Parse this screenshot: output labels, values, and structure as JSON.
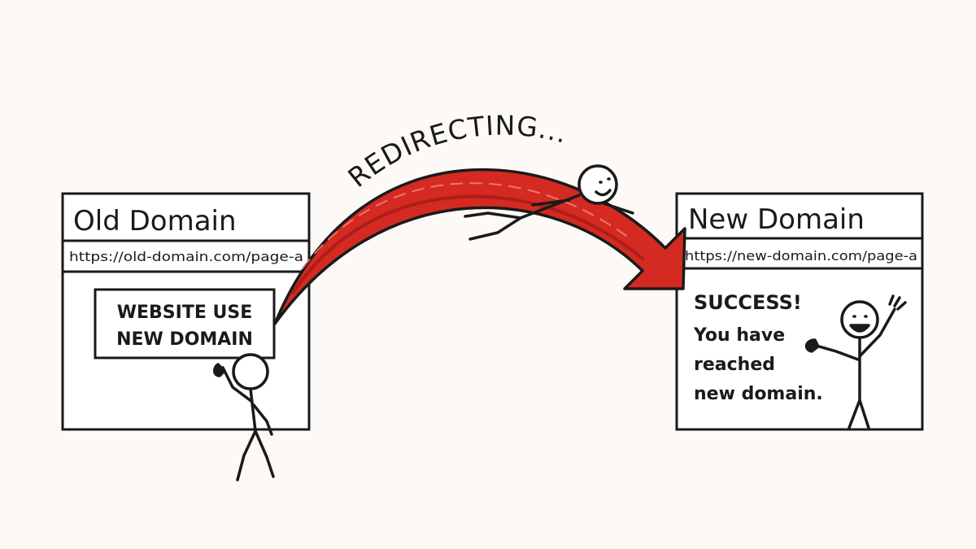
{
  "diagram": {
    "banner": "REDIRECTING...",
    "old_window": {
      "title": "Old Domain",
      "url": "https://old-domain.com/page-a",
      "sign_lines": [
        "WEBSITE USE",
        "NEW DOMAIN"
      ]
    },
    "new_window": {
      "title": "New Domain",
      "url": "https://new-domain.com/page-a",
      "message_lines": [
        "SUCCESS!",
        "You have",
        "reached",
        "new domain."
      ]
    },
    "colors": {
      "arrow": "#d42a22",
      "arrow_dark": "#8e1410",
      "ink": "#1a1a1a",
      "background": "#fcf9f6"
    }
  }
}
